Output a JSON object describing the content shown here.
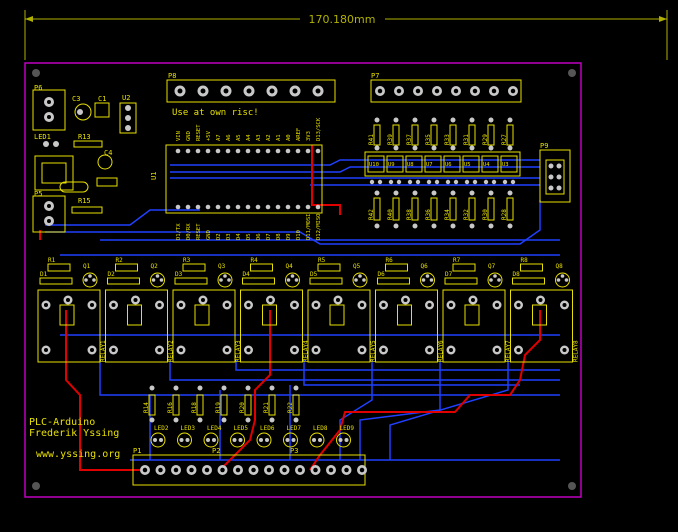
{
  "dimension_label": "170.180mm",
  "headers": {
    "p6": "P6",
    "p8": "P8",
    "p7": "P7",
    "p9": "P9",
    "p5": "P5",
    "p1": "P1",
    "p2": "P2",
    "p3": "P3",
    "u1": "U1",
    "u2": "U2",
    "c3": "C3",
    "c4": "C4",
    "c1": "C1",
    "led1": "LED1",
    "r13": "R13",
    "r15": "R15"
  },
  "warning_text": "Use at own risc!",
  "top_pins": [
    "VIN",
    "GND",
    "RESET",
    "+5V",
    "A7",
    "A6",
    "A5",
    "A4",
    "A3",
    "A2",
    "A1",
    "A0",
    "AREF",
    "3V3",
    "D13/SCK"
  ],
  "bottom_pins": [
    "D1/TX",
    "D0/RX",
    "RESET",
    "GND",
    "D2",
    "D3",
    "D4",
    "D5",
    "D6",
    "D7",
    "D8",
    "D9",
    "D10",
    "D11/MOSI",
    "D12/MISO"
  ],
  "resistors_top": [
    "R41",
    "R39",
    "R37",
    "R35",
    "R33",
    "R31",
    "R29",
    "R27"
  ],
  "resistors_bottom": [
    "R42",
    "R40",
    "R38",
    "R36",
    "R34",
    "R32",
    "R30",
    "R28"
  ],
  "optos": [
    "U10",
    "U9",
    "U8",
    "U7",
    "U6",
    "U5",
    "U4",
    "U3"
  ],
  "relay_block": {
    "resistors": [
      "R1",
      "R2",
      "R3",
      "R4",
      "R5",
      "R6",
      "R7",
      "R8"
    ],
    "transistors": [
      "Q1",
      "Q2",
      "Q3",
      "Q4",
      "Q5",
      "Q6",
      "Q7",
      "Q8"
    ],
    "diodes": [
      "D1",
      "D2",
      "D3",
      "D4",
      "D5",
      "D6",
      "D7",
      "D8"
    ],
    "relays": [
      "RELAY1",
      "RELAY2",
      "RELAY3",
      "RELAY4",
      "RELAY5",
      "RELAY6",
      "RELAY7",
      "RELAY8"
    ]
  },
  "led_resistors": [
    "R14",
    "R16",
    "R18",
    "R19",
    "R20",
    "R21",
    "R22"
  ],
  "leds": [
    "LED2",
    "LED3",
    "LED4",
    "LED5",
    "LED6",
    "LED7",
    "LED8",
    "LED9"
  ],
  "credits": {
    "line1": "PLC-Arduino",
    "line2": "Frederik Yssing",
    "line3": "www.yssing.org"
  },
  "colors": {
    "background": "#000000",
    "silkscreen": "#e8e000",
    "board_edge": "#c000c0",
    "top_copper": "#e00000",
    "bottom_copper": "#2040ff",
    "pad": "#c8c8c8"
  }
}
